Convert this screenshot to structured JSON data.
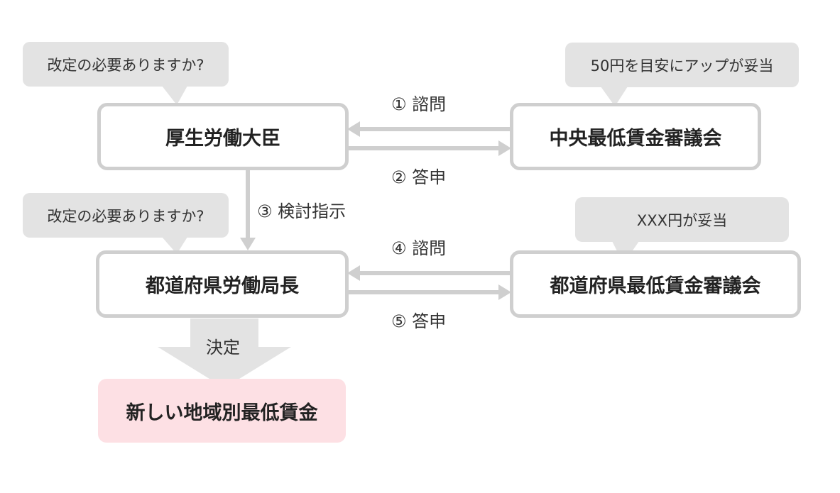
{
  "colors": {
    "box_border": "#cfcfcf",
    "bubble_fill": "#e3e3e3",
    "arrow": "#cfcfcf",
    "result_fill": "#fde0e4"
  },
  "nodes": {
    "minister": "厚生労働大臣",
    "central_council": "中央最低賃金審議会",
    "prefectural_bureau": "都道府県労働局長",
    "prefectural_council": "都道府県最低賃金審議会",
    "result": "新しい地域別最低賃金"
  },
  "bubbles": {
    "minister_question": "改定の必要ありますか?",
    "central_answer": "50円を目安にアップが妥当",
    "bureau_question": "改定の必要ありますか?",
    "prefectural_answer": "XXX円が妥当"
  },
  "steps": {
    "step1": "① 諮問",
    "step2": "② 答申",
    "step3": "③ 検討指示",
    "step4": "④ 諮問",
    "step5": "⑤ 答申",
    "decision": "決定"
  }
}
